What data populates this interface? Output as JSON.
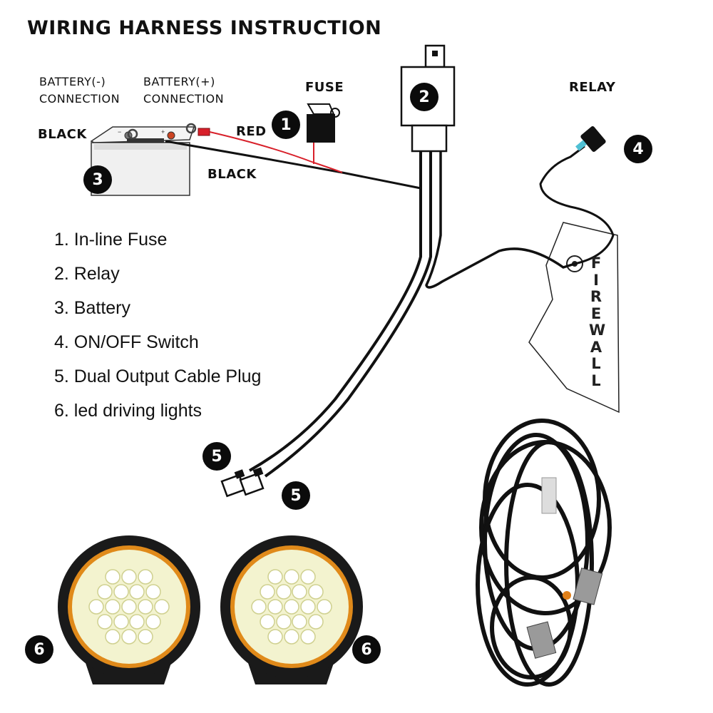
{
  "title": "WIRING HARNESS INSTRUCTION",
  "labels": {
    "battery_neg_line1": "BATTERY(-)",
    "battery_neg_line2": "CONNECTION",
    "battery_pos_line1": "BATTERY(+)",
    "battery_pos_line2": "CONNECTION",
    "black_top": "BLACK",
    "black_wire": "BLACK",
    "red_wire": "RED",
    "fuse": "FUSE",
    "relay": "RELAY",
    "firewall": "FIREWALL"
  },
  "badges": {
    "b1": "1",
    "b2": "2",
    "b3": "3",
    "b4": "4",
    "b5a": "5",
    "b5b": "5",
    "b6a": "6",
    "b6b": "6"
  },
  "legend": [
    "1. In-line Fuse",
    "2. Relay",
    "3. Battery",
    "4. ON/OFF Switch",
    "5. Dual Output Cable Plug",
    "6. led driving lights"
  ],
  "colors": {
    "wire_black": "#111111",
    "wire_red": "#d8202a",
    "light_housing": "#1a1a1a",
    "light_ring": "#e08a1a",
    "led_face": "#f3f3cf"
  }
}
